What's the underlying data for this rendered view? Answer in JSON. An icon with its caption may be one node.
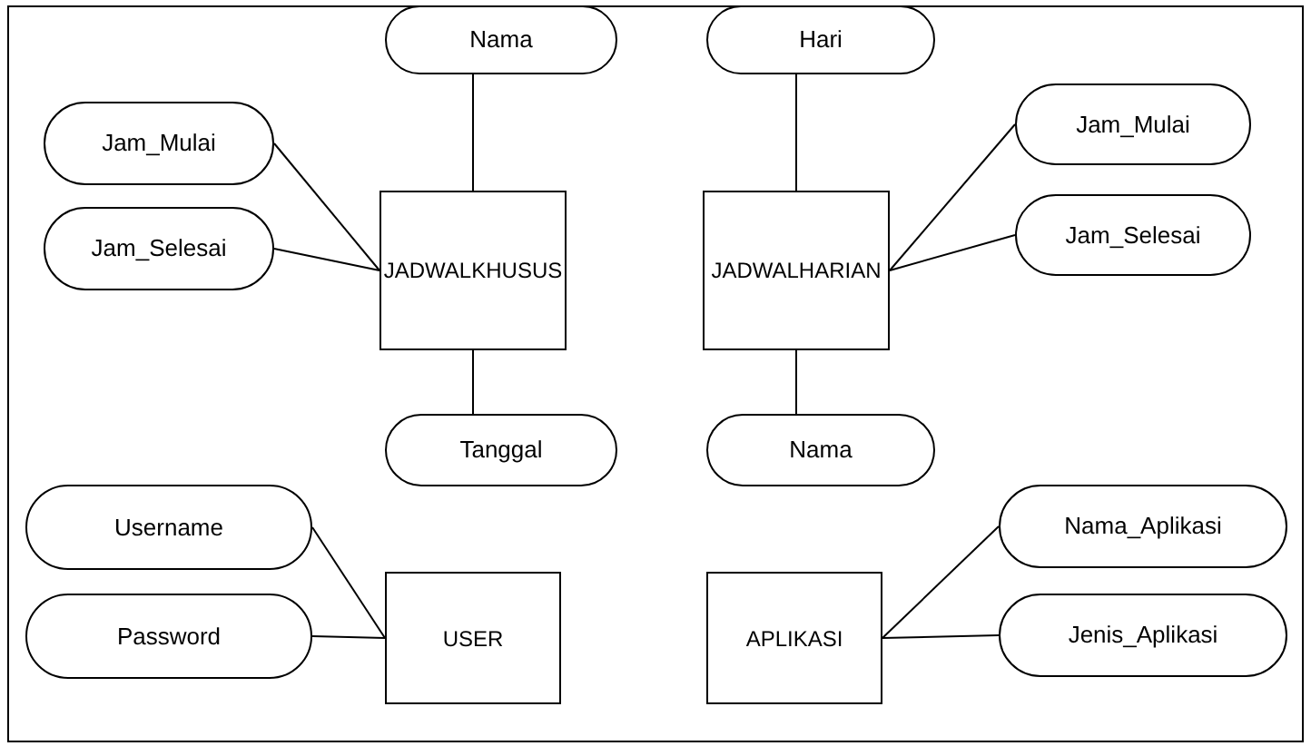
{
  "diagram": {
    "nodes": [
      {
        "text": [
          "JADWALKHUSUS"
        ]
      },
      {
        "text": [
          "Nama"
        ]
      },
      {
        "text": [
          "Jam_Mulai"
        ]
      },
      {
        "text": [
          "Jam_Selesai"
        ]
      },
      {
        "text": [
          "Tanggal"
        ]
      },
      {
        "text": [
          "JADWALHARIAN"
        ]
      },
      {
        "text": [
          "Hari"
        ]
      },
      {
        "text": [
          "Jam_Mulai"
        ]
      },
      {
        "text": [
          "Jam_Selesai"
        ]
      },
      {
        "text": [
          "Nama"
        ]
      },
      {
        "text": [
          "Username"
        ]
      },
      {
        "text": [
          "Password"
        ]
      },
      {
        "text": [
          "USER"
        ]
      },
      {
        "text": [
          "APLIKASI"
        ]
      },
      {
        "text": [
          "Nama_Aplikasi"
        ]
      },
      {
        "text": [
          "Jenis_Aplikasi"
        ]
      }
    ],
    "edges": [
      {
        "from": 0,
        "to": 1,
        "arrow": "none"
      },
      {
        "from": 0,
        "to": 2,
        "arrow": "none"
      },
      {
        "from": 0,
        "to": 3,
        "arrow": "none"
      },
      {
        "from": 0,
        "to": 4,
        "arrow": "none"
      },
      {
        "from": 5,
        "to": 6,
        "arrow": "none"
      },
      {
        "from": 5,
        "to": 7,
        "arrow": "none"
      },
      {
        "from": 5,
        "to": 8,
        "arrow": "none"
      },
      {
        "from": 5,
        "to": 9,
        "arrow": "none"
      },
      {
        "from": 12,
        "to": 10,
        "arrow": "none"
      },
      {
        "from": 12,
        "to": 11,
        "arrow": "none"
      },
      {
        "from": 13,
        "to": 14,
        "arrow": "none"
      },
      {
        "from": 13,
        "to": 15,
        "arrow": "none"
      }
    ]
  }
}
